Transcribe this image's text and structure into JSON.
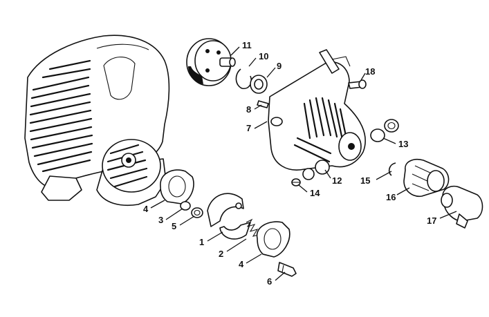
{
  "callouts": [
    {
      "id": "1",
      "text": "1"
    },
    {
      "id": "2",
      "text": "2"
    },
    {
      "id": "3",
      "text": "3"
    },
    {
      "id": "4a",
      "text": "4"
    },
    {
      "id": "4b",
      "text": "4"
    },
    {
      "id": "5",
      "text": "5"
    },
    {
      "id": "6",
      "text": "6"
    },
    {
      "id": "7",
      "text": "7"
    },
    {
      "id": "8",
      "text": "8"
    },
    {
      "id": "9",
      "text": "9"
    },
    {
      "id": "10",
      "text": "10"
    },
    {
      "id": "11",
      "text": "11"
    },
    {
      "id": "12",
      "text": "12"
    },
    {
      "id": "13",
      "text": "13"
    },
    {
      "id": "14",
      "text": "14"
    },
    {
      "id": "15",
      "text": "15"
    },
    {
      "id": "16",
      "text": "16"
    },
    {
      "id": "17",
      "text": "17"
    },
    {
      "id": "18",
      "text": "18"
    }
  ]
}
